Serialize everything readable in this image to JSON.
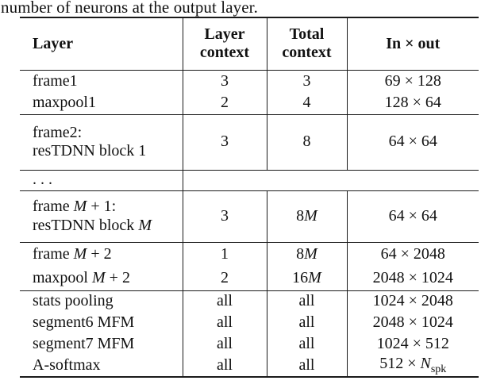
{
  "caption": "number of neurons at the output layer.",
  "colors": {
    "text": "#111111",
    "rule": "#1a1a1a",
    "background": "#ffffff"
  },
  "table": {
    "header": {
      "layer": [
        {
          "t": "Layer"
        }
      ],
      "layer_context": [
        {
          "t": "Layer"
        },
        {
          "br": true
        },
        {
          "t": "context"
        }
      ],
      "total_context": [
        {
          "t": "Total"
        },
        {
          "br": true
        },
        {
          "t": "context"
        }
      ],
      "in_out": [
        {
          "t": "In × out"
        }
      ]
    },
    "rows": [
      {
        "layer": [
          {
            "t": "frame1"
          }
        ],
        "layer_context": [
          {
            "t": "3"
          }
        ],
        "total_context": [
          {
            "t": "3"
          }
        ],
        "in_out": [
          {
            "t": "69 × 128"
          }
        ]
      },
      {
        "layer": [
          {
            "t": "maxpool1"
          }
        ],
        "layer_context": [
          {
            "t": "2"
          }
        ],
        "total_context": [
          {
            "t": "4"
          }
        ],
        "in_out": [
          {
            "t": "128 × 64"
          }
        ]
      },
      {
        "layer": [
          {
            "t": "frame2:"
          },
          {
            "br": true
          },
          {
            "t": "resTDNN block 1"
          }
        ],
        "layer_context": [
          {
            "t": "3"
          }
        ],
        "total_context": [
          {
            "t": "8"
          }
        ],
        "in_out": [
          {
            "t": "64 × 64"
          }
        ]
      },
      {
        "layer": [
          {
            "t": ". . ."
          }
        ],
        "layer_context": [],
        "total_context": [],
        "in_out": []
      },
      {
        "layer": [
          {
            "t": "frame "
          },
          {
            "t": "M",
            "i": true
          },
          {
            "t": " + 1:"
          },
          {
            "br": true
          },
          {
            "t": "resTDNN block "
          },
          {
            "t": "M",
            "i": true
          }
        ],
        "layer_context": [
          {
            "t": "3"
          }
        ],
        "total_context": [
          {
            "t": "8"
          },
          {
            "t": "M",
            "i": true
          }
        ],
        "in_out": [
          {
            "t": "64 × 64"
          }
        ]
      },
      {
        "layer": [
          {
            "t": "frame "
          },
          {
            "t": "M",
            "i": true
          },
          {
            "t": " + 2"
          }
        ],
        "layer_context": [
          {
            "t": "1"
          }
        ],
        "total_context": [
          {
            "t": "8"
          },
          {
            "t": "M",
            "i": true
          }
        ],
        "in_out": [
          {
            "t": "64 × 2048"
          }
        ]
      },
      {
        "layer": [
          {
            "t": "maxpool "
          },
          {
            "t": "M",
            "i": true
          },
          {
            "t": " + 2"
          }
        ],
        "layer_context": [
          {
            "t": "2"
          }
        ],
        "total_context": [
          {
            "t": "16"
          },
          {
            "t": "M",
            "i": true
          }
        ],
        "in_out": [
          {
            "t": "2048 × 1024"
          }
        ]
      },
      {
        "layer": [
          {
            "t": "stats pooling"
          }
        ],
        "layer_context": [
          {
            "t": "all"
          }
        ],
        "total_context": [
          {
            "t": "all"
          }
        ],
        "in_out": [
          {
            "t": "1024 × 2048"
          }
        ]
      },
      {
        "layer": [
          {
            "t": "segment6 MFM"
          }
        ],
        "layer_context": [
          {
            "t": "all"
          }
        ],
        "total_context": [
          {
            "t": "all"
          }
        ],
        "in_out": [
          {
            "t": "2048 × 1024"
          }
        ]
      },
      {
        "layer": [
          {
            "t": "segment7 MFM"
          }
        ],
        "layer_context": [
          {
            "t": "all"
          }
        ],
        "total_context": [
          {
            "t": "all"
          }
        ],
        "in_out": [
          {
            "t": "1024 × 512"
          }
        ]
      },
      {
        "layer": [
          {
            "t": "A-softmax"
          }
        ],
        "layer_context": [
          {
            "t": "all"
          }
        ],
        "total_context": [
          {
            "t": "all"
          }
        ],
        "in_out": [
          {
            "t": "512 × "
          },
          {
            "t": "N",
            "i": true
          },
          {
            "t": "spk",
            "sub": true
          }
        ]
      }
    ]
  }
}
